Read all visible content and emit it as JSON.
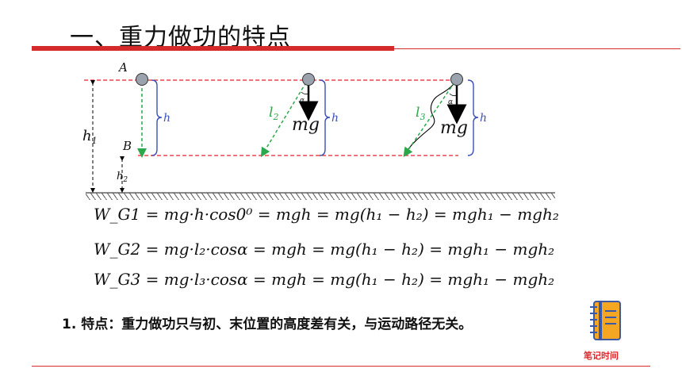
{
  "title": "一、重力做功的特点",
  "diagram": {
    "label_A": "A",
    "label_B": "B",
    "label_h": "h",
    "label_h1": "h",
    "label_h1_sub": "1",
    "label_h2": "h",
    "label_h2_sub": "2",
    "label_l2": "l",
    "label_l2_sub": "2",
    "label_l3": "l",
    "label_l3_sub": "3",
    "label_mg": "mg",
    "label_alpha": "α"
  },
  "equations": {
    "eq1": "W_G1 = mg·h·cos0⁰ = mgh = mg(h₁ − h₂) = mgh₁ − mgh₂",
    "eq2": "W_G2 = mg·l₂·cosα = mgh = mg(h₁ − h₂) = mgh₁ − mgh₂",
    "eq3": "W_G3 = mg·l₃·cosα = mgh = mg(h₁ − h₂) = mgh₁ − mgh₂"
  },
  "point": "1. 特点：重力做功只与初、末位置的高度差有关，与运动路径无关。",
  "notes_label": "笔记时间",
  "colors": {
    "accent": "#d42a2a",
    "path": "#2aa84a",
    "brace": "#3a4fb8",
    "icon": "#f5a623"
  }
}
